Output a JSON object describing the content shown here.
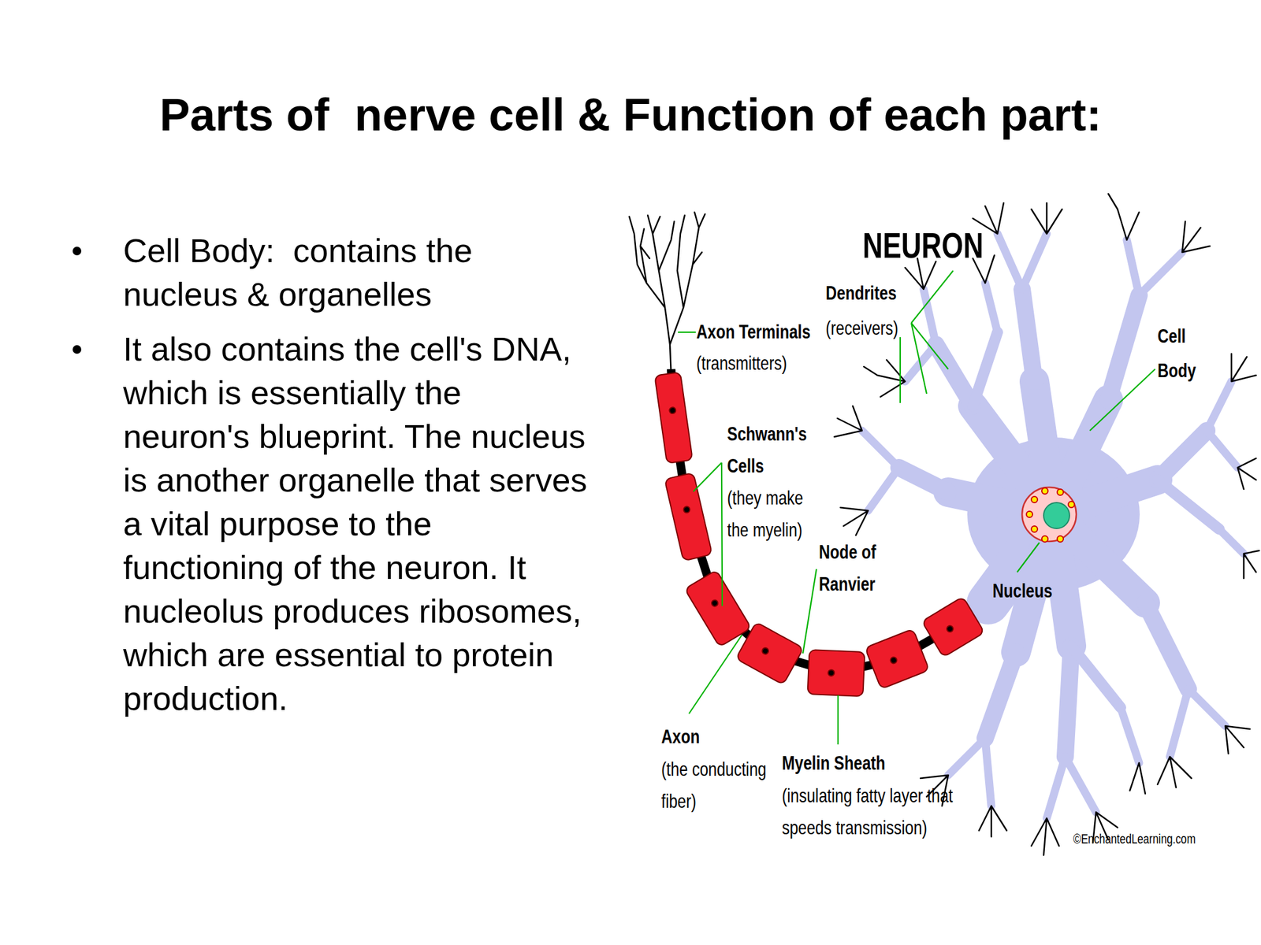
{
  "diagram": {
    "title": "Parts of  nerve cell & Function of each part:",
    "labels": [
      "NEURON",
      "Dendrites",
      "(receivers)",
      "Axon Terminals",
      "(transmitters)",
      "Cell Body",
      "Schwann's Cells",
      "(they make the myelin)",
      "Node of Ranvier",
      "Nucleus",
      "Axon",
      "(the conducting fiber)",
      "Myelin Sheath",
      "(insulating fatty layer that speeds transmission)",
      "©EnchantedLearning.com",
      "Cell Body:  contains the nucleus & organelles",
      "It also contains the cell's DNA, which is essentially the neuron's blueprint. The nucleus is another organelle that serves a vital purpose to the functioning of the neuron. It nucleolus produces ribosomes, which are essential to protein production."
    ]
  }
}
